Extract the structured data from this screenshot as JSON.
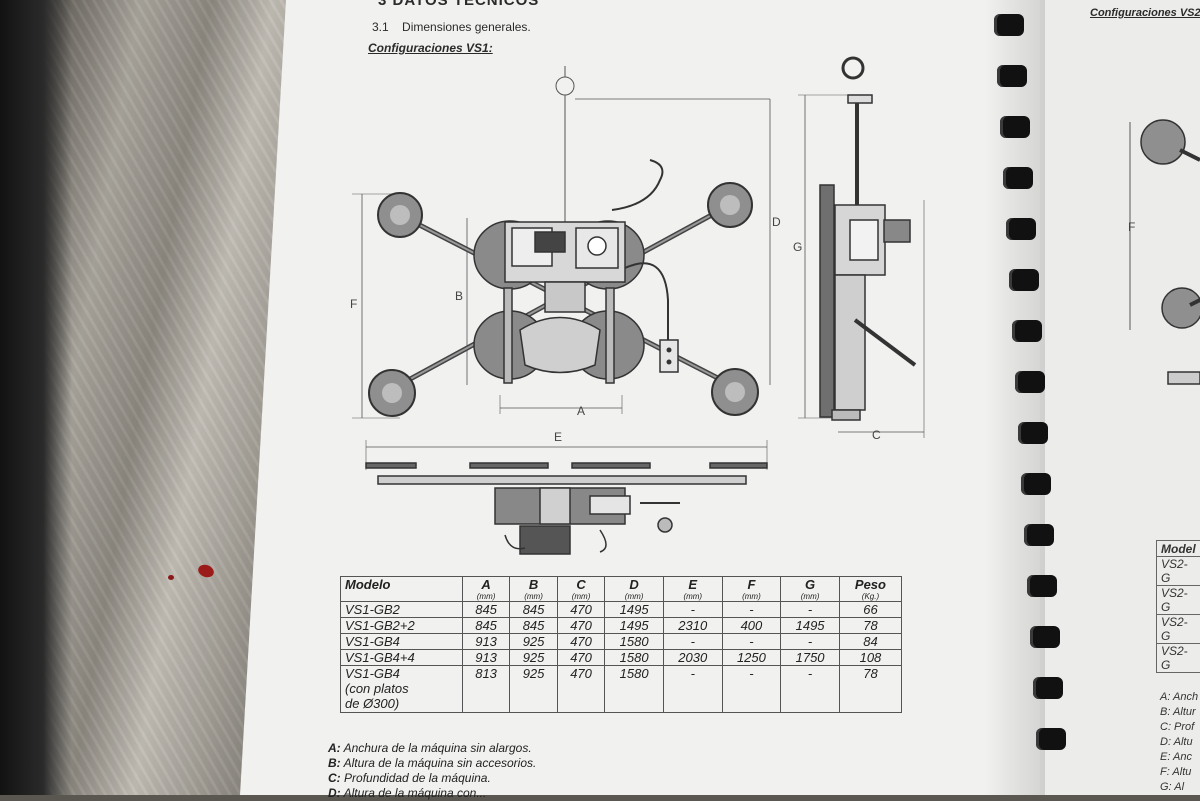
{
  "page": {
    "section_title": "3 DATOS TECNICOS",
    "subsection_num": "3.1",
    "subsection_title": "Dimensiones generales.",
    "config_heading": "Configuraciones VS1:",
    "right_page_heading": "Configuraciones VS2"
  },
  "dimension_labels": {
    "A": "A",
    "B": "B",
    "C": "C",
    "D": "D",
    "E": "E",
    "F": "F",
    "G": "G"
  },
  "table": {
    "headers": [
      {
        "label": "Modelo",
        "unit": ""
      },
      {
        "label": "A",
        "unit": "(mm)"
      },
      {
        "label": "B",
        "unit": "(mm)"
      },
      {
        "label": "C",
        "unit": "(mm)"
      },
      {
        "label": "D",
        "unit": "(mm)"
      },
      {
        "label": "E",
        "unit": "(mm)"
      },
      {
        "label": "F",
        "unit": "(mm)"
      },
      {
        "label": "G",
        "unit": "(mm)"
      },
      {
        "label": "Peso",
        "unit": "(Kg.)"
      }
    ],
    "rows": [
      [
        "VS1-GB2",
        "845",
        "845",
        "470",
        "1495",
        "-",
        "-",
        "-",
        "66"
      ],
      [
        "VS1-GB2+2",
        "845",
        "845",
        "470",
        "1495",
        "2310",
        "400",
        "1495",
        "78"
      ],
      [
        "VS1-GB4",
        "913",
        "925",
        "470",
        "1580",
        "-",
        "-",
        "-",
        "84"
      ],
      [
        "VS1-GB4+4",
        "913",
        "925",
        "470",
        "1580",
        "2030",
        "1250",
        "1750",
        "108"
      ]
    ],
    "last_row": {
      "model_line1": "VS1-GB4",
      "model_line2": "(con",
      "model_line3": "platos",
      "model_line4": "de Ø300)",
      "values": [
        "813",
        "925",
        "470",
        "1580",
        "-",
        "-",
        "-",
        "78"
      ]
    }
  },
  "legend": [
    {
      "key": "A:",
      "text": "Anchura de la máquina sin alargos."
    },
    {
      "key": "B:",
      "text": "Altura de la máquina sin accesorios."
    },
    {
      "key": "C:",
      "text": "Profundidad de la máquina."
    },
    {
      "key": "D:",
      "text": "Altura de la máquina con..."
    }
  ],
  "right_table": {
    "header": "Model",
    "rows": [
      "VS2-G",
      "VS2-G",
      "VS2-G",
      "VS2-G"
    ]
  },
  "right_legend": [
    "A: Anch",
    "B: Altur",
    "C: Prof",
    "D: Altu",
    "E: Anc",
    "F: Altu",
    "G: Al"
  ],
  "right_dimension_label": "F"
}
